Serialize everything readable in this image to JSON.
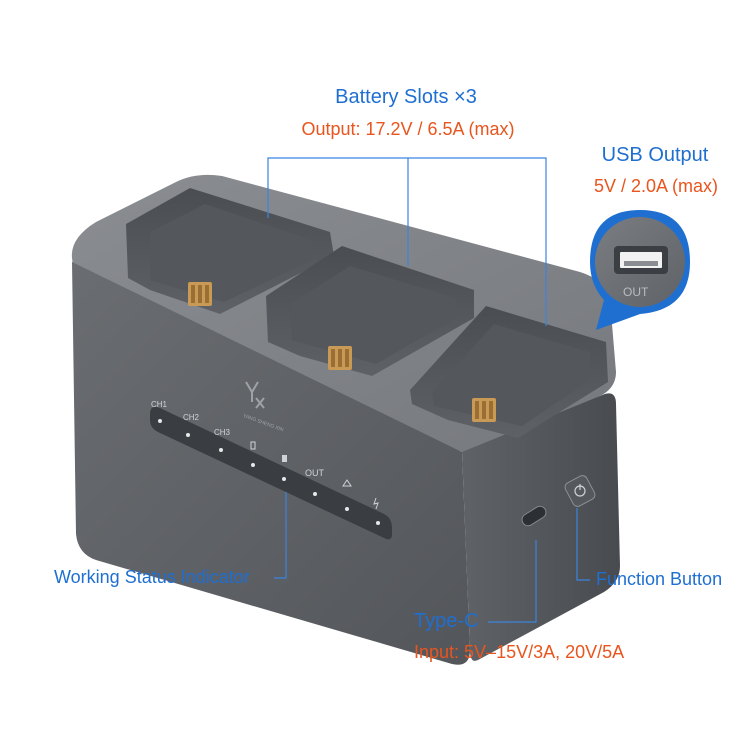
{
  "callouts": {
    "battery_slots": {
      "title": "Battery Slots ×3",
      "spec": "Output: 17.2V / 6.5A (max)"
    },
    "usb_output": {
      "title": "USB Output",
      "spec": "5V / 2.0A (max)",
      "port_label": "OUT"
    },
    "working_status": {
      "title": "Working Status Indicator"
    },
    "function_button": {
      "title": "Function Button"
    },
    "type_c": {
      "title": "Type-C",
      "spec": "Input: 5V–15V/3A, 20V/5A"
    }
  },
  "indicator_panel": {
    "labels": [
      "CH1",
      "CH2",
      "CH3",
      "OUT"
    ]
  },
  "brand": {
    "mark": "YX",
    "sub": "YANG SHENG XIN"
  },
  "colors": {
    "callout_title": "#1f6fd1",
    "callout_spec": "#e8551e",
    "leader_line": "#3b84e0",
    "housing": "#6d7074",
    "housing_dark": "#4c4f53",
    "connector": "#c99a56"
  }
}
